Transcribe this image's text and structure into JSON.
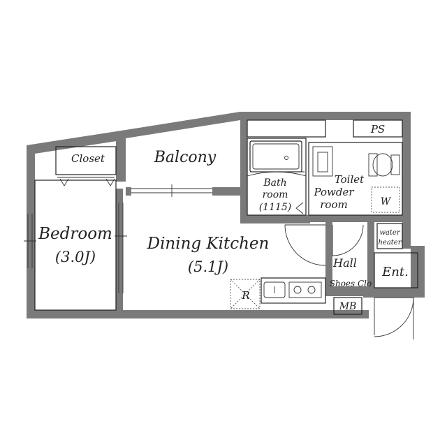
{
  "rooms": {
    "closet": "Closet",
    "balcony": "Balcony",
    "bedroom": {
      "name": "Bedroom",
      "size": "(3.0J)"
    },
    "dining_kitchen": {
      "name": "Dining Kitchen",
      "size": "(5.1J)"
    },
    "bathroom": {
      "line1": "Bath",
      "line2": "room",
      "line3": "(1115)"
    },
    "toilet": {
      "line1": "Toilet",
      "line2": "Powder",
      "line3": "room"
    },
    "hall": "Hall",
    "shoes": "Shoes Clo",
    "entrance": "Ent.",
    "water_heater": {
      "line1": "water",
      "line2": "heater"
    },
    "ps": "PS",
    "mb": "MB",
    "washer": "W",
    "refrigerator": "R"
  }
}
